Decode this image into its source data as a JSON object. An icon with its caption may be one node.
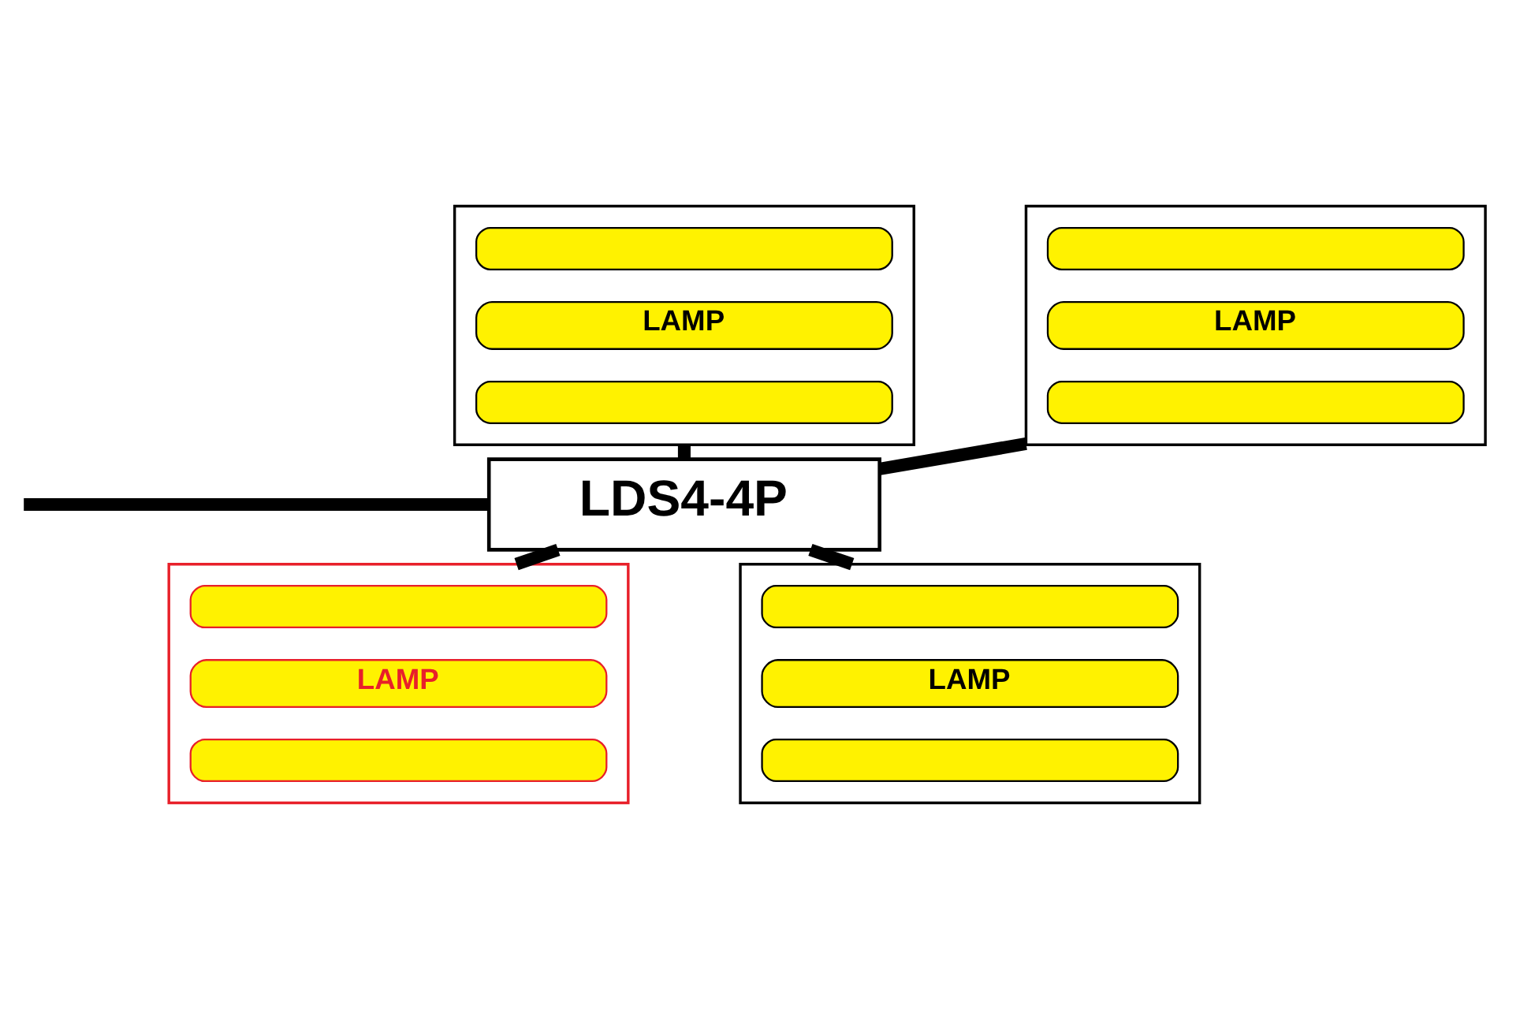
{
  "diagram": {
    "nodes": [
      {
        "text": [],
        "shape": "box"
      },
      {
        "text": [],
        "shape": "bar",
        "in": 0
      },
      {
        "text": [
          "LAMP"
        ],
        "in": 0
      },
      {
        "text": [],
        "shape": "bar",
        "in": 0
      },
      {
        "text": [],
        "shape": "box"
      },
      {
        "text": [],
        "shape": "bar",
        "in": 4
      },
      {
        "text": [
          "LAMP"
        ],
        "in": 4
      },
      {
        "text": [],
        "shape": "bar",
        "in": 4
      },
      {
        "text": [
          "LDS4-4P"
        ]
      },
      {
        "text": [],
        "shape": "box"
      },
      {
        "text": [],
        "shape": "bar",
        "in": 9
      },
      {
        "text": [
          "LAMP"
        ],
        "in": 9
      },
      {
        "text": [],
        "shape": "bar",
        "in": 9
      },
      {
        "text": [],
        "shape": "box"
      },
      {
        "text": [],
        "shape": "bar",
        "in": 13
      },
      {
        "text": [
          "LAMP"
        ],
        "in": 13
      },
      {
        "text": [],
        "shape": "bar",
        "in": 13
      }
    ],
    "edges": [
      {
        "from": null,
        "to": 8,
        "arrow": "none"
      },
      {
        "from": 0,
        "to": 8,
        "arrow": "none"
      },
      {
        "from": 4,
        "to": 8,
        "arrow": "none"
      },
      {
        "from": 8,
        "to": 9,
        "arrow": "none"
      },
      {
        "from": 8,
        "to": 13,
        "arrow": "none"
      }
    ]
  }
}
